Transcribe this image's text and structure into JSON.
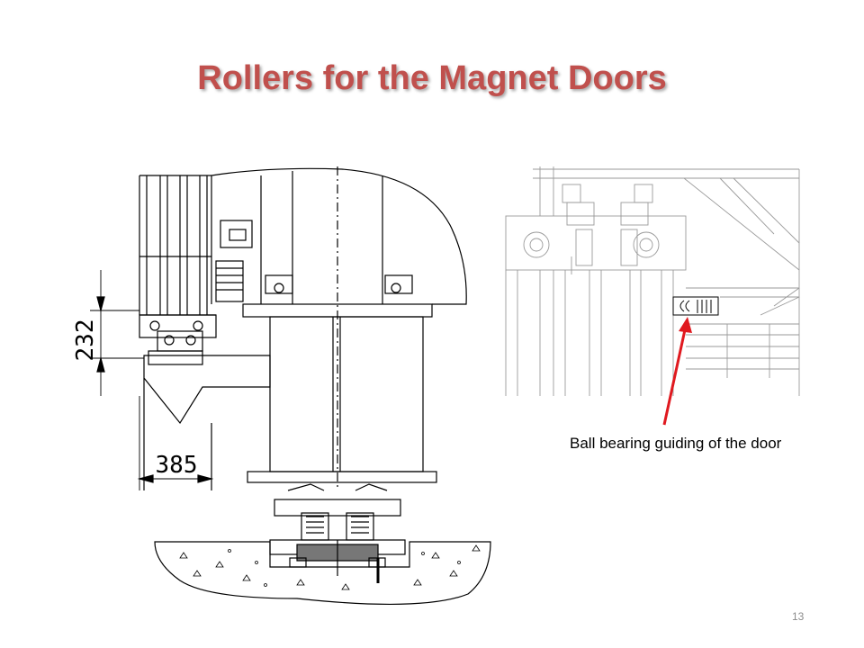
{
  "slide": {
    "title": "Rollers for the Magnet Doors",
    "caption": "Ball bearing guiding of the door",
    "page_number": "13"
  },
  "drawing": {
    "dimension_vertical": "232",
    "dimension_horizontal": "385"
  },
  "colors": {
    "title": "#c0504d",
    "arrow": "#e0191f",
    "line": "#000000",
    "faint_line": "#9a9a9a"
  }
}
